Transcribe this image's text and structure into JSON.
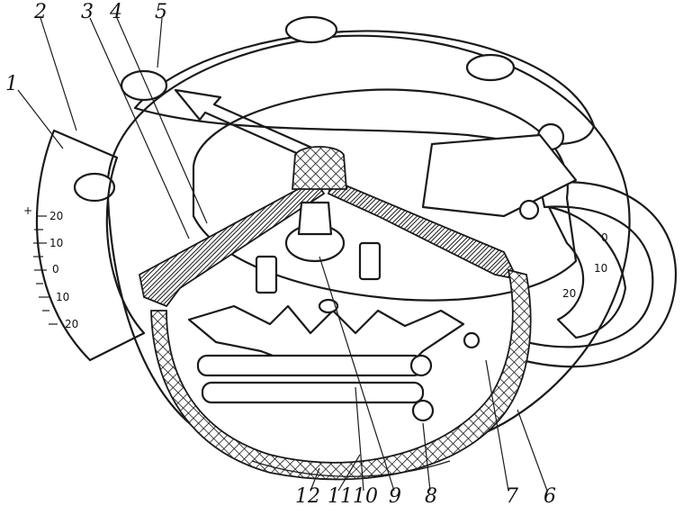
{
  "callouts": {
    "c1": "1",
    "c2": "2",
    "c3": "3",
    "c4": "4",
    "c5": "5",
    "c6": "6",
    "c7": "7",
    "c8": "8",
    "c9": "9",
    "c10": "10",
    "c11": "11",
    "c12": "12"
  },
  "scale_left": {
    "plus": "+",
    "t20a": "20",
    "t10a": "10",
    "t0": "0",
    "t10b": "10",
    "t20b": "20"
  },
  "scale_right": {
    "t0": "0",
    "t10": "10",
    "t20": "20"
  },
  "colors": {
    "ink": "#1a1a1a",
    "paper": "#ffffff",
    "section": "#3a3a3a"
  }
}
